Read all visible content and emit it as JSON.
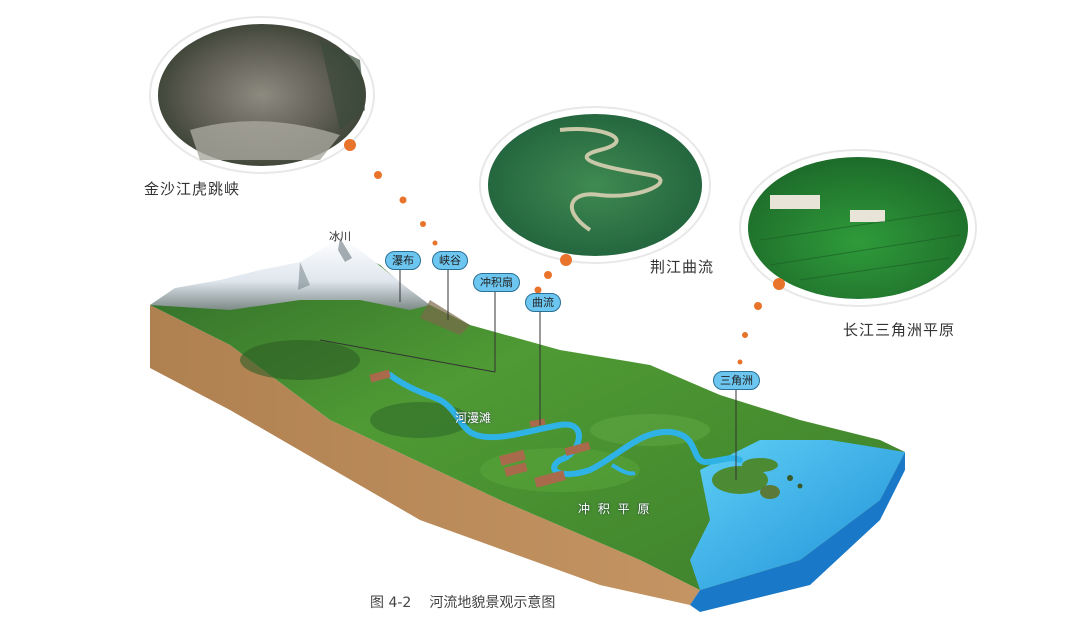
{
  "figure": {
    "number": "图 4-2",
    "title": "河流地貌景观示意图"
  },
  "photos": [
    {
      "id": "tiger-leaping-gorge",
      "caption": "金沙江虎跳峡"
    },
    {
      "id": "jingjiang-meander",
      "caption": "荆江曲流"
    },
    {
      "id": "yangtze-delta-plain",
      "caption": "长江三角洲平原"
    }
  ],
  "landform_tags": [
    {
      "id": "waterfall",
      "label": "瀑布"
    },
    {
      "id": "gorge",
      "label": "峡谷"
    },
    {
      "id": "alluvial-fan",
      "label": "冲积扇"
    },
    {
      "id": "meander",
      "label": "曲流"
    },
    {
      "id": "delta",
      "label": "三角洲"
    }
  ],
  "plain_labels": {
    "glacier": "冰川",
    "floodplain": "河漫滩",
    "alluvial_plain": "冲 积 平 原"
  },
  "colors": {
    "accent_dot": "#e8742c",
    "tag_fill": "#6cc6ef",
    "tag_border": "#2a6f95",
    "soil": "#b98a55",
    "river": "#2fb3e6",
    "sea": "#3bb2ea",
    "grass": "#3f8a2c"
  }
}
